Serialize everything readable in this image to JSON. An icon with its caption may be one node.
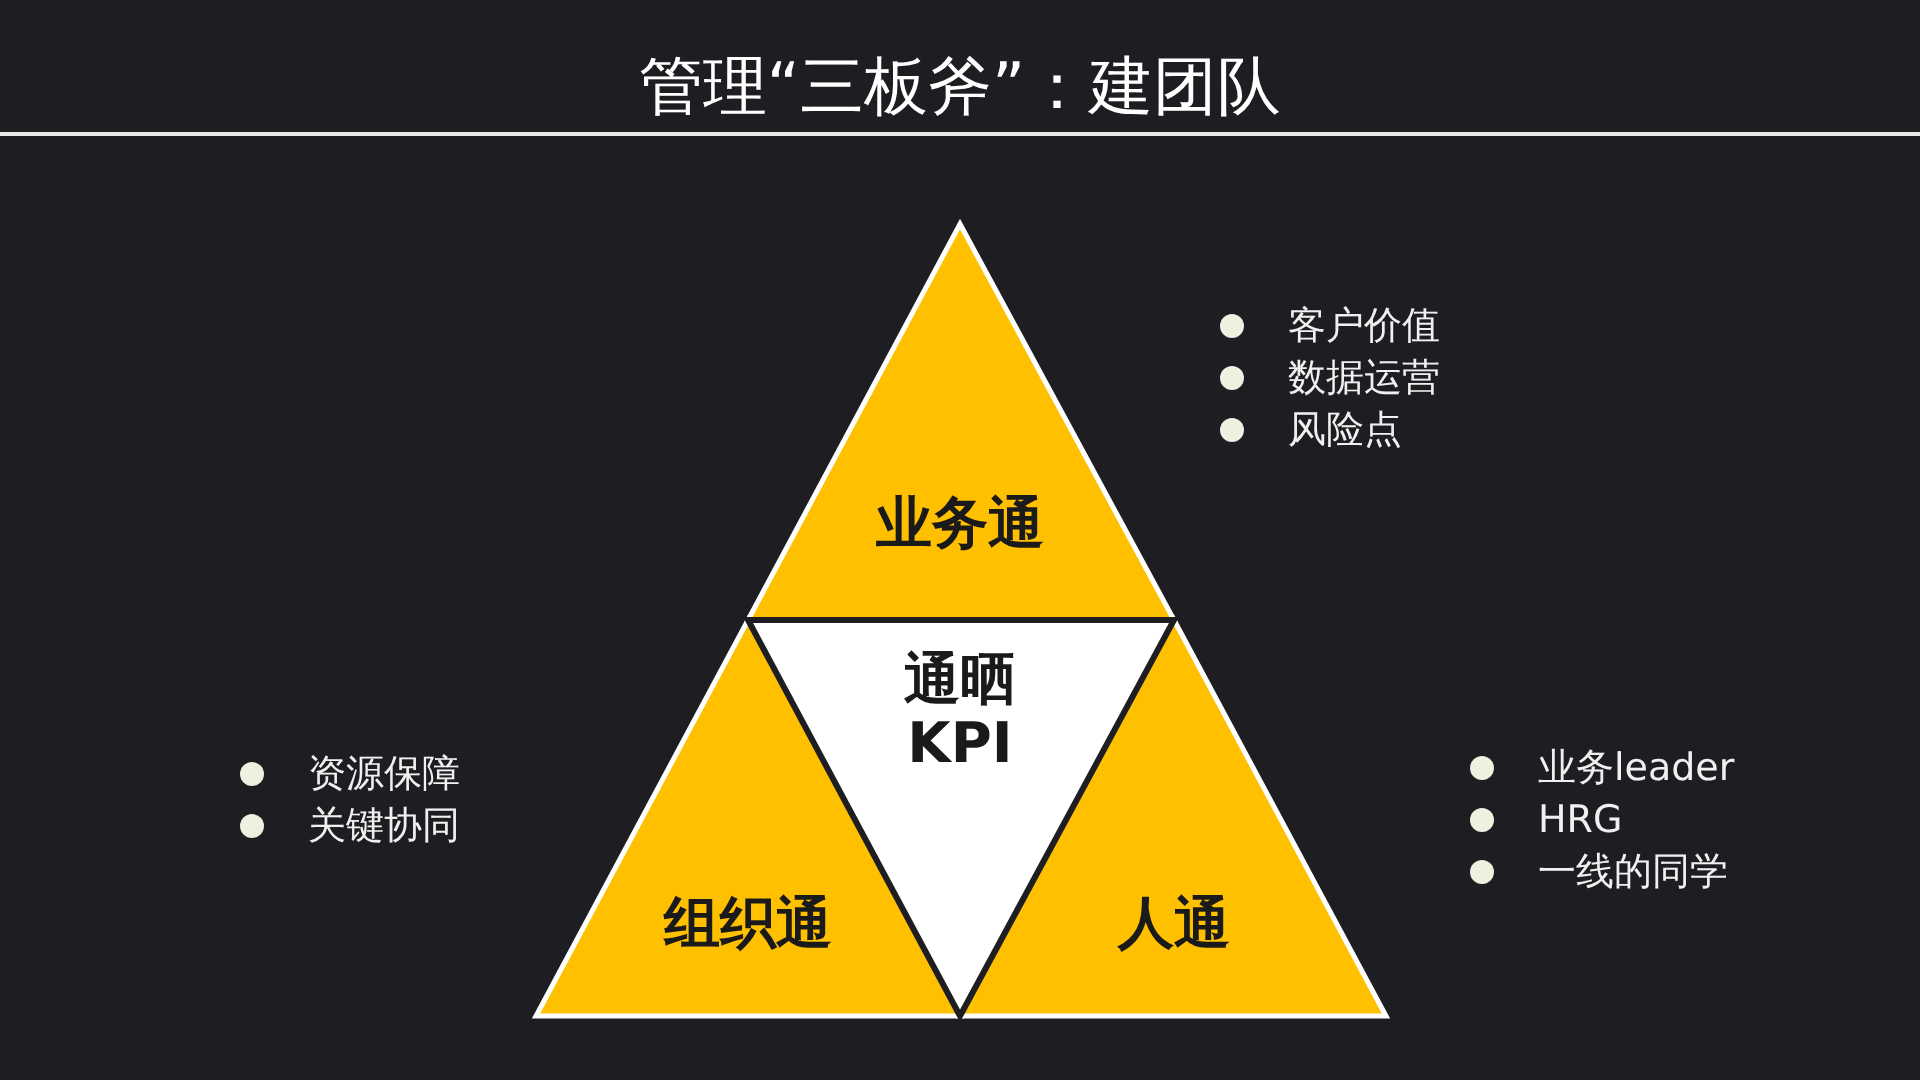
{
  "diagram": {
    "title": "管理“三板斧”：建团队",
    "nodes": [
      {
        "text": [
          "业务通"
        ],
        "beside": [
          "客户价值",
          "数据运营",
          "风险点"
        ]
      },
      {
        "text": [
          "通晒 KPI"
        ]
      },
      {
        "text": [
          "组织通"
        ],
        "beside": [
          "资源保障",
          "关键协同"
        ]
      },
      {
        "text": [
          "人通"
        ],
        "beside": [
          "业务leader",
          "HRG",
          "一线的同学"
        ]
      }
    ],
    "edges": []
  }
}
